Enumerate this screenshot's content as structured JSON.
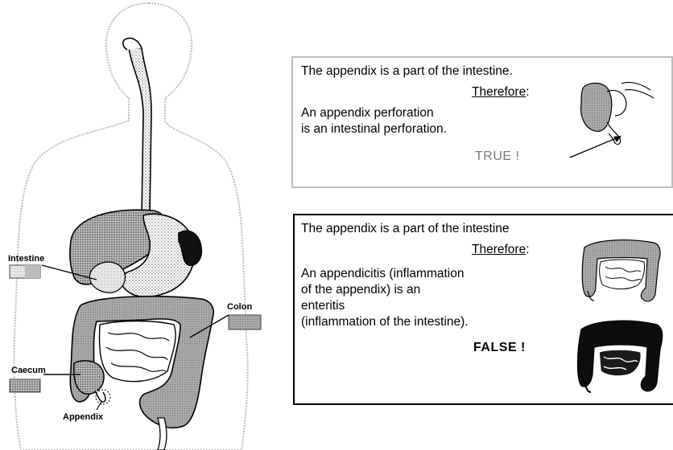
{
  "anatomy": {
    "labels": {
      "intestine": "Intestine",
      "colon": "Colon",
      "caecum": "Caecum",
      "appendix": "Appendix"
    }
  },
  "syllogism_true": {
    "premise": "The appendix is a part of the intestine.",
    "therefore": "Therefore",
    "therefore_colon": ":",
    "conclusion_line1": "An appendix perforation",
    "conclusion_line2": "is an intestinal perforation.",
    "verdict": "TRUE !"
  },
  "syllogism_false": {
    "premise": "The appendix is a part of the intestine",
    "therefore": "Therefore",
    "therefore_colon": ":",
    "conclusion_line1": "An appendicitis (inflammation",
    "conclusion_line2": "of the appendix) is an",
    "conclusion_line3": "enteritis",
    "conclusion_line4": "(inflammation of the intestine).",
    "verdict": "FALSE !"
  },
  "colors": {
    "outline": "#000000",
    "fill_light": "#d9d9d9",
    "fill_mid": "#b0b0b0",
    "fill_dark": "#1a1a1a",
    "box1_border": "#bdbdbd",
    "box2_border": "#000000"
  }
}
